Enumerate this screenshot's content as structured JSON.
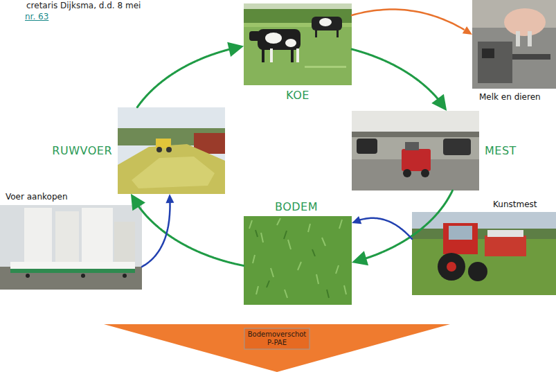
{
  "diagram": {
    "nodes": [
      {
        "text": [
          "KOE"
        ]
      },
      {
        "text": [
          "Melk en dieren"
        ]
      },
      {
        "text": [
          "RUWVOER"
        ]
      },
      {
        "text": [
          "MEST"
        ]
      },
      {
        "text": [
          "Voer aankopen"
        ]
      },
      {
        "text": [
          "BODEM"
        ]
      },
      {
        "text": [
          "Kunstmest"
        ]
      },
      {
        "text": [
          "Bodemoverschot P-PAE"
        ]
      }
    ],
    "edges": [
      {
        "from": 0,
        "to": 3,
        "arrow": "to"
      },
      {
        "from": 3,
        "to": 5,
        "arrow": "to"
      },
      {
        "from": 5,
        "to": 2,
        "arrow": "to"
      },
      {
        "from": 2,
        "to": 0,
        "arrow": "to"
      },
      {
        "from": 0,
        "to": 1,
        "arrow": "to"
      },
      {
        "from": 6,
        "to": 5,
        "arrow": "to"
      },
      {
        "from": 4,
        "to": 2,
        "arrow": "to"
      }
    ],
    "labels": [
      "cretaris Dijksma, d.d. 8 mei",
      "nr. 63"
    ]
  }
}
